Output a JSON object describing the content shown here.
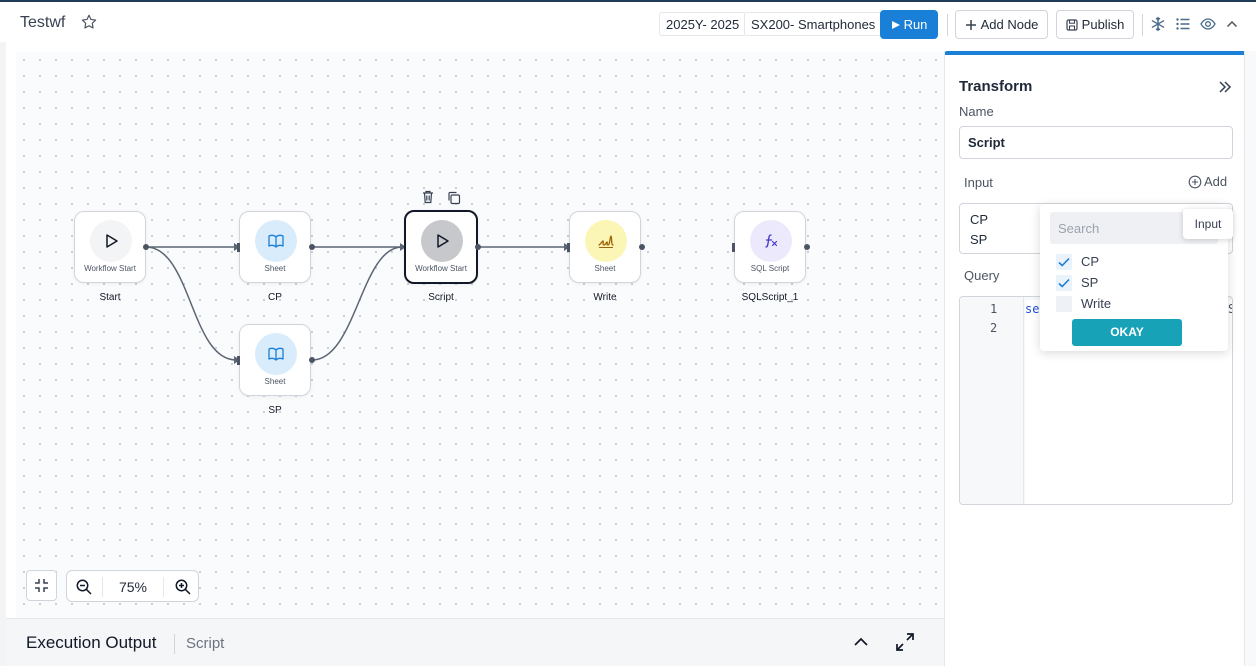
{
  "header": {
    "title": "Testwf",
    "chips": {
      "year": "2025Y- 2025",
      "product": "SX200- Smartphones"
    },
    "run_label": "Run",
    "add_node_label": "Add Node",
    "publish_label": "Publish"
  },
  "canvas": {
    "nodes": {
      "start": {
        "sub": "Workflow Start",
        "label": "Start"
      },
      "cp": {
        "sub": "Sheet",
        "label": "CP"
      },
      "sp": {
        "sub": "Sheet",
        "label": "SP"
      },
      "script": {
        "sub": "Workflow Start",
        "label": "Script"
      },
      "write": {
        "sub": "Sheet",
        "label": "Write"
      },
      "sqlscript": {
        "sub": "SQL Script",
        "label": "SQLScript_1"
      }
    },
    "zoom": "75%"
  },
  "bottom": {
    "title": "Execution Output",
    "subtitle": "Script"
  },
  "panel": {
    "title": "Transform",
    "name_label": "Name",
    "name_value": "Script",
    "input_label": "Input",
    "add_label": "Add",
    "inputs": [
      "CP",
      "SP"
    ],
    "query_label": "Query",
    "line_numbers": [
      "1",
      "2"
    ],
    "code_visible": "se",
    "code_tail": "S"
  },
  "dropdown": {
    "search_placeholder": "Search",
    "options": [
      {
        "label": "CP",
        "checked": true
      },
      {
        "label": "SP",
        "checked": true
      },
      {
        "label": "Write",
        "checked": false
      }
    ],
    "okay_label": "OKAY"
  },
  "tooltip": "Input",
  "colors": {
    "primary": "#1a7fd6",
    "okay": "#17a2b8",
    "sheet_bg": "#d9ecfb",
    "write_bg": "#fbf6b5",
    "sql_bg": "#ebe9fb",
    "start_bg": "#f3f4f6",
    "script_bg": "#c6c8cc"
  }
}
